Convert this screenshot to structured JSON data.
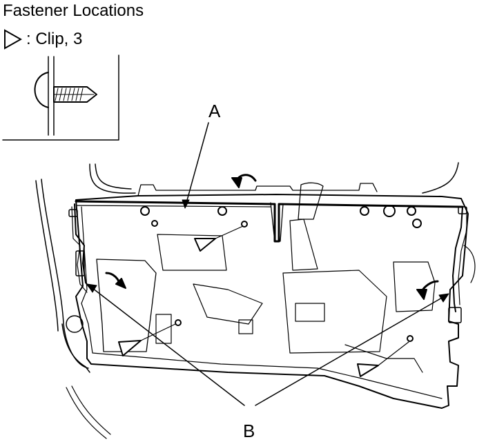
{
  "title": "Fastener Locations",
  "legend": {
    "symbol_icon": "clip-triangle-icon",
    "text": ": Clip, 3"
  },
  "callouts": {
    "a": "A",
    "b": "B"
  },
  "clip_count": 3
}
